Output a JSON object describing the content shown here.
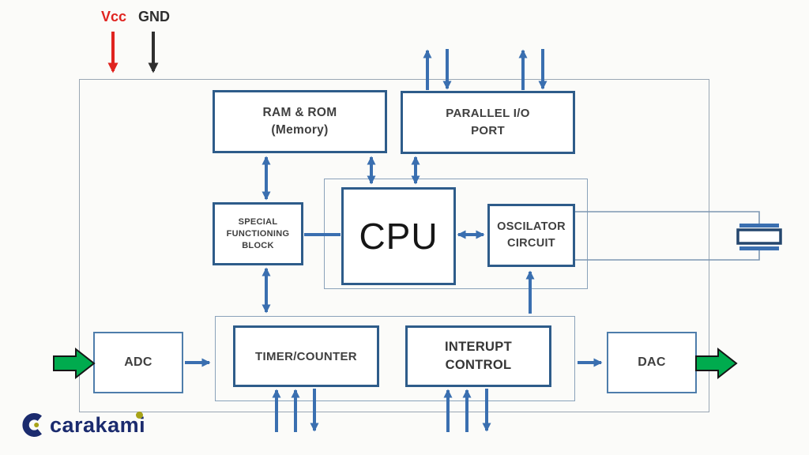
{
  "diagram": {
    "power": {
      "vcc": "Vcc",
      "gnd": "GND"
    },
    "blocks": {
      "ram": {
        "lines": [
          "RAM & ROM",
          "(Memory)"
        ]
      },
      "parallel_io": {
        "lines": [
          "PARALLEL I/O",
          "PORT"
        ]
      },
      "cpu": {
        "lines": [
          "CPU"
        ]
      },
      "oscillator": {
        "lines": [
          "OSCILATOR",
          "CIRCUIT"
        ]
      },
      "special_block": {
        "lines": [
          "SPECIAL",
          "FUNCTIONING",
          "BLOCK"
        ]
      },
      "timer": {
        "lines": [
          "TIMER/COUNTER"
        ]
      },
      "interrupt": {
        "lines": [
          "INTERUPT",
          "CONTROL"
        ]
      },
      "adc": {
        "lines": [
          "ADC"
        ]
      },
      "dac": {
        "lines": [
          "DAC"
        ]
      }
    },
    "icons": {
      "analog_input": "green-block-arrow-in",
      "analog_output": "green-block-arrow-out",
      "crystal": "crystal-oscillator-symbol",
      "vcc_arrow": "red-down-arrow",
      "gnd_arrow": "black-down-arrow"
    },
    "colors": {
      "block_border": "#2e5c8a",
      "container_border": "#8aa2ba",
      "chip_border": "#9aa7b4",
      "arrow_blue": "#3a6fb0",
      "arrow_green": "#00ab4e",
      "vcc_red": "#e02420",
      "gnd_black": "#2f2f2f",
      "label_text": "#3f3f3f",
      "logo_navy": "#1b2b6e",
      "logo_accent": "#a8a317"
    }
  },
  "footer": {
    "logo_text": "carakami"
  }
}
